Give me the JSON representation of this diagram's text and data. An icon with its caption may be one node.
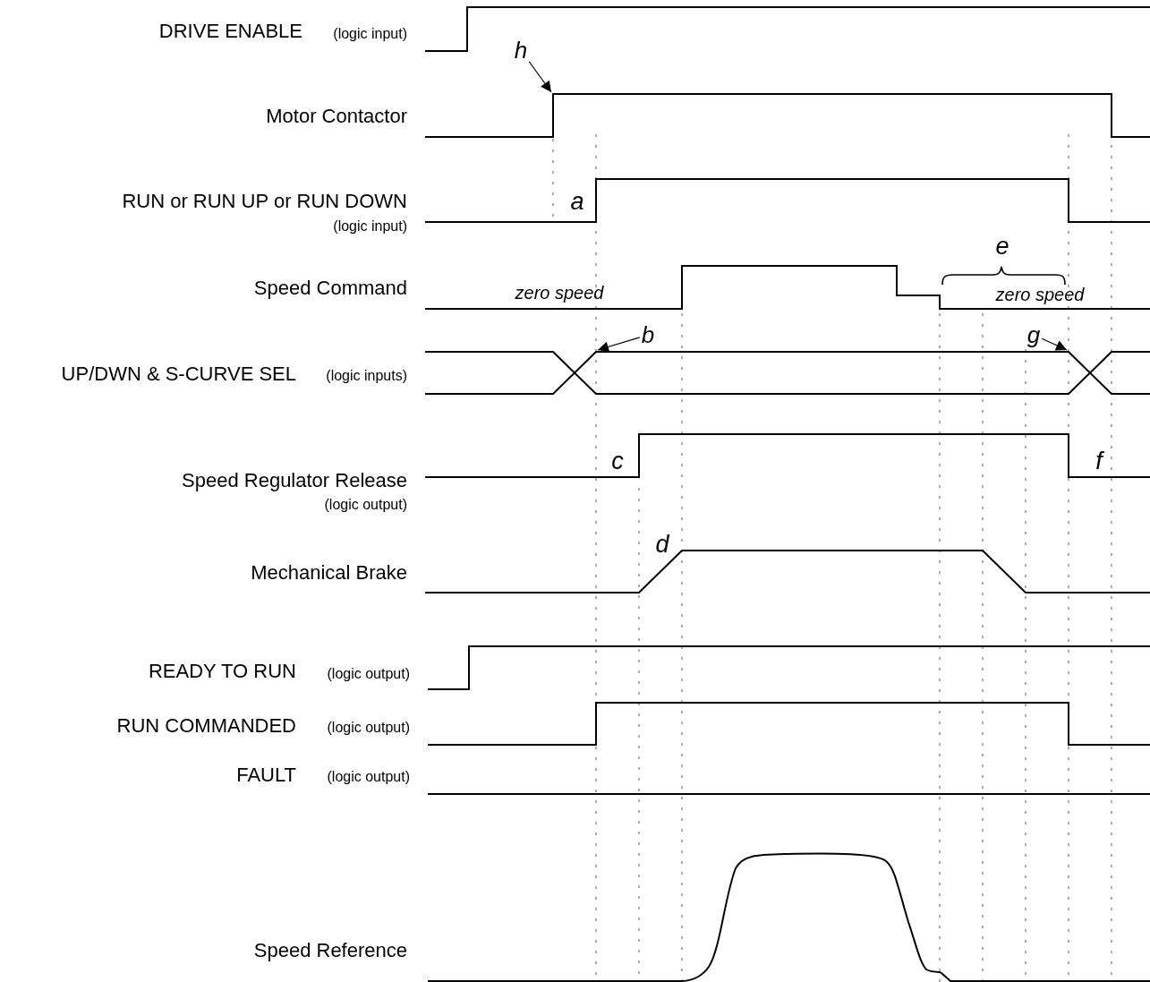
{
  "diagram": {
    "nodes": [
      {
        "text": [
          "h"
        ]
      },
      {
        "text": [
          "b"
        ]
      },
      {
        "text": [
          "g"
        ]
      }
    ],
    "edges": [
      {
        "from": 0,
        "to": null,
        "arrow": "to"
      },
      {
        "from": 1,
        "to": null,
        "arrow": "to"
      },
      {
        "from": 2,
        "to": null,
        "arrow": "to"
      }
    ],
    "labels": [
      "DRIVE ENABLE",
      "(logic input)",
      "Motor Contactor",
      "RUN or RUN UP or RUN DOWN",
      "(logic input)",
      "a",
      "e",
      "Speed Command",
      "zero speed",
      "zero speed",
      "UP/DWN & S-CURVE SEL",
      "(logic inputs)",
      "Speed Regulator Release",
      "(logic output)",
      "c",
      "f",
      "d",
      "Mechanical Brake",
      "READY TO RUN",
      "(logic output)",
      "RUN COMMANDED",
      "(logic output)",
      "FAULT",
      "(logic output)",
      "Speed Reference"
    ]
  }
}
